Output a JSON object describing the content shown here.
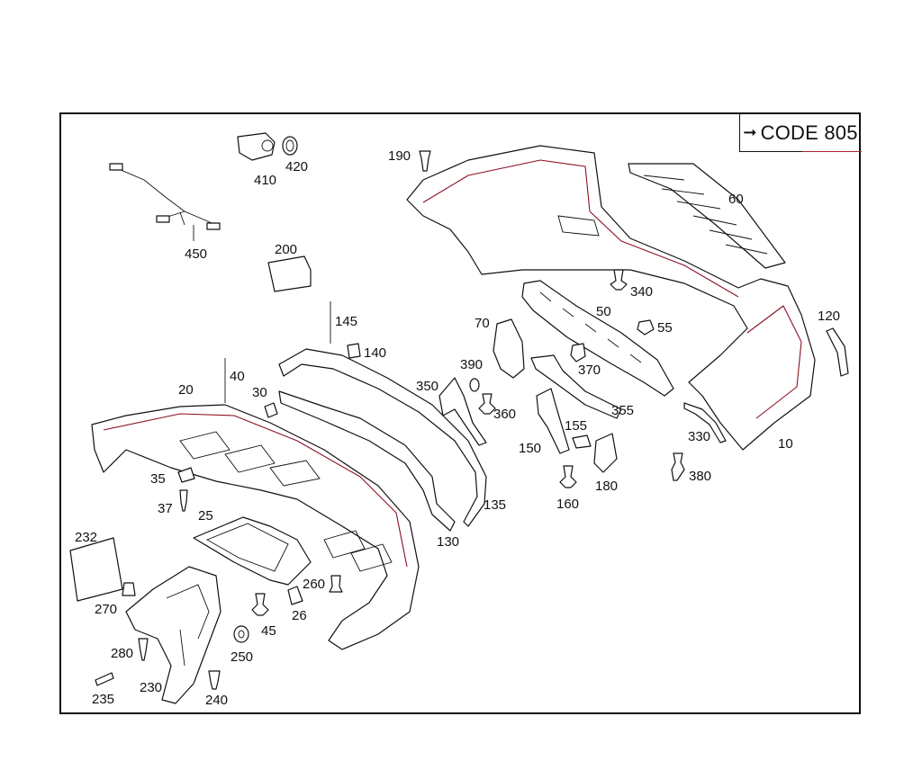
{
  "header": {
    "code_label": "CODE 805",
    "code_arrow_icon": "arrow-right-icon"
  },
  "colors": {
    "line": "#111111",
    "accent": "#8a1020",
    "background": "#ffffff"
  },
  "parts": [
    {
      "id": "p10",
      "label": "10"
    },
    {
      "id": "p20",
      "label": "20"
    },
    {
      "id": "p25",
      "label": "25"
    },
    {
      "id": "p26",
      "label": "26"
    },
    {
      "id": "p30",
      "label": "30"
    },
    {
      "id": "p35",
      "label": "35"
    },
    {
      "id": "p37",
      "label": "37"
    },
    {
      "id": "p40",
      "label": "40"
    },
    {
      "id": "p45",
      "label": "45"
    },
    {
      "id": "p50",
      "label": "50"
    },
    {
      "id": "p55",
      "label": "55"
    },
    {
      "id": "p60",
      "label": "60"
    },
    {
      "id": "p70",
      "label": "70"
    },
    {
      "id": "p120",
      "label": "120"
    },
    {
      "id": "p130",
      "label": "130"
    },
    {
      "id": "p135",
      "label": "135"
    },
    {
      "id": "p140",
      "label": "140"
    },
    {
      "id": "p145",
      "label": "145"
    },
    {
      "id": "p150",
      "label": "150"
    },
    {
      "id": "p155",
      "label": "155"
    },
    {
      "id": "p160",
      "label": "160"
    },
    {
      "id": "p180",
      "label": "180"
    },
    {
      "id": "p190",
      "label": "190"
    },
    {
      "id": "p200",
      "label": "200"
    },
    {
      "id": "p230",
      "label": "230"
    },
    {
      "id": "p232",
      "label": "232"
    },
    {
      "id": "p235",
      "label": "235"
    },
    {
      "id": "p240",
      "label": "240"
    },
    {
      "id": "p250",
      "label": "250"
    },
    {
      "id": "p260",
      "label": "260"
    },
    {
      "id": "p270",
      "label": "270"
    },
    {
      "id": "p280",
      "label": "280"
    },
    {
      "id": "p330",
      "label": "330"
    },
    {
      "id": "p340",
      "label": "340"
    },
    {
      "id": "p350",
      "label": "350"
    },
    {
      "id": "p355",
      "label": "355"
    },
    {
      "id": "p360",
      "label": "360"
    },
    {
      "id": "p370",
      "label": "370"
    },
    {
      "id": "p380",
      "label": "380"
    },
    {
      "id": "p390",
      "label": "390"
    },
    {
      "id": "p410",
      "label": "410"
    },
    {
      "id": "p420",
      "label": "420"
    },
    {
      "id": "p450",
      "label": "450"
    }
  ]
}
